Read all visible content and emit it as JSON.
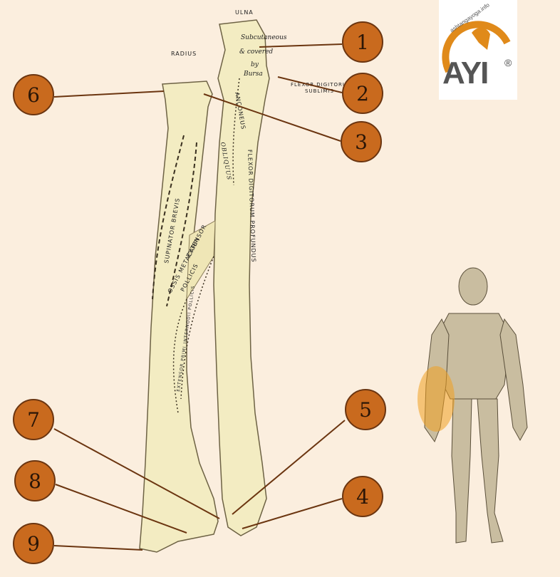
{
  "labels": {
    "ulna": "ULNA",
    "radius": "RADIUS",
    "subcutaneous": [
      "Subcutaneous",
      "& covered",
      "by",
      "Bursa"
    ],
    "flexor_digitorum_sublimis": [
      "FLEXOR DIGITORUM",
      "SUBLIMIS"
    ],
    "anconeus": "ANCONEUS",
    "obliquus": "OBLIQUUS",
    "flexor_digitorum_profundus": "FLEXOR DIGITORUM PROFUNDUS",
    "supinator_brevis": "SUPINATOR BREVIS",
    "extensor_ossis": [
      "EXTENSOR",
      "OSSIS METACARPI",
      "POLLICIS"
    ],
    "extensor_primi": "EXTENSOR PRIMI INTERNODII POLLICIS"
  },
  "callouts": [
    "1",
    "2",
    "3",
    "4",
    "5",
    "6",
    "7",
    "8",
    "9"
  ],
  "logo": {
    "text": "ashtangayoga.info",
    "mark": "AYI",
    "registered": "®"
  },
  "colors": {
    "background": "#fbeede",
    "bone": "#f3ecc2",
    "callout_fill": "#c96a1e",
    "callout_stroke": "#6b3510",
    "leader": "#6b3510",
    "highlight": "#f0a020"
  }
}
